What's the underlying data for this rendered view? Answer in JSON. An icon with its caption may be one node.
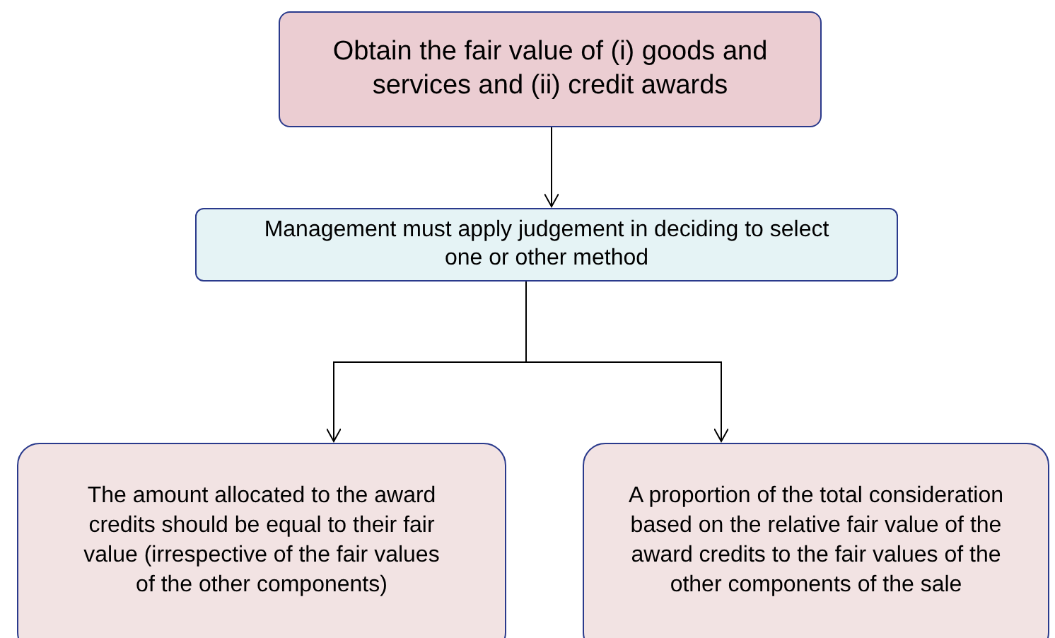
{
  "diagram": {
    "nodes": [
      {
        "text": [
          "Obtain the fair value of (i) goods and services and (ii) credit awards"
        ]
      },
      {
        "text": [
          "Management must apply judgement in deciding to select one or other method"
        ]
      },
      {
        "text": [
          "The amount allocated to the award credits should be equal to their fair value (irrespective of the fair values of the other components)"
        ]
      },
      {
        "text": [
          "A proportion of the total consideration based on the relative fair value of the award credits to the fair values of the other components of the sale"
        ]
      }
    ],
    "edges": [
      {
        "from": 0,
        "to": 1,
        "arrow": "to"
      },
      {
        "from": 1,
        "to": 2,
        "arrow": "to"
      },
      {
        "from": 1,
        "to": 3,
        "arrow": "to"
      }
    ]
  }
}
